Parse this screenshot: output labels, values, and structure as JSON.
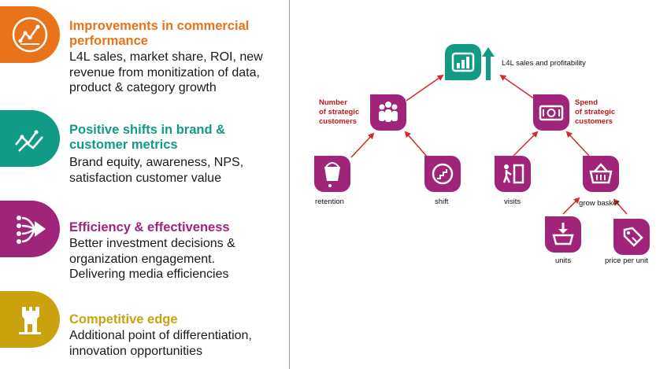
{
  "left_panel": {
    "items": [
      {
        "title_lines": [
          "Improvements in commercial",
          "performance"
        ],
        "body_lines": [
          "L4L sales, market share, ROI, new",
          "revenue from monitization of data,",
          "product & category growth"
        ],
        "color": "#e8731b",
        "icon": "line-chart-icon"
      },
      {
        "title_lines": [
          "Positive shifts in brand &",
          "customer metrics"
        ],
        "body_lines": [
          "Brand equity, awareness, NPS,",
          "satisfaction customer value"
        ],
        "color": "#129b84",
        "icon": "trend-lines-icon"
      },
      {
        "title_lines": [
          "Efficiency & effectiveness"
        ],
        "body_lines": [
          "Better investment decisions &",
          "organization engagement.",
          "Delivering media efficiencies"
        ],
        "color": "#a0247a",
        "icon": "streams-arrow-icon"
      },
      {
        "title_lines": [
          "Competitive edge"
        ],
        "body_lines": [
          "Additional point of differentiation,",
          "innovation opportunities"
        ],
        "color": "#c9a20d",
        "icon": "castle-tower-icon"
      }
    ]
  },
  "diagram": {
    "colors": {
      "teal": "#129b84",
      "purple": "#a0247a",
      "arrow": "#d42a2a",
      "up_arrow": "#129b84"
    },
    "top": {
      "label": "L4L sales and profitability",
      "icon": "bar-chart-icon"
    },
    "number_customers": {
      "label_lines": [
        "Number",
        "of strategic",
        "customers"
      ],
      "icon": "people-group-icon"
    },
    "spend_customers": {
      "label_lines": [
        "Spend",
        "of strategic",
        "customers"
      ],
      "icon": "money-bill-icon"
    },
    "leaves": {
      "retention": {
        "label": "retention",
        "icon": "bucket-icon"
      },
      "shift": {
        "label": "shift",
        "icon": "stairs-icon"
      },
      "visits": {
        "label": "visits",
        "icon": "person-door-icon"
      },
      "grow_basket": {
        "label": "grow basket",
        "icon": "basket-icon"
      },
      "units": {
        "label": "units",
        "icon": "basket-down-icon"
      },
      "price_per_unit": {
        "label": "price per unit",
        "icon": "price-tag-icon"
      }
    }
  }
}
